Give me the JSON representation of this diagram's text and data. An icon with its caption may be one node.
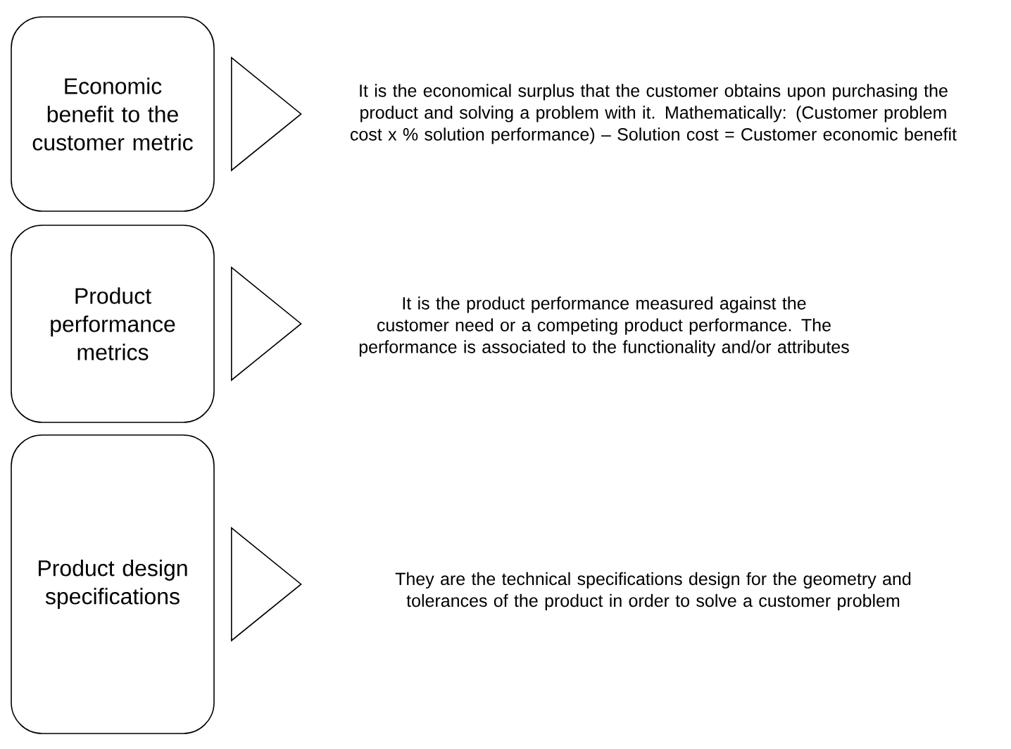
{
  "diagram": {
    "nodes": [
      {
        "text": [
          "Economic benefit to the customer metric"
        ]
      },
      {
        "text": [
          "It is the economical surplus that the customer obtains upon purchasing the product and solving a problem with it. Mathematically: (Customer problem cost x % solution performance) – Solution cost = Customer economic benefit"
        ]
      },
      {
        "text": [
          "Product performance metrics"
        ]
      },
      {
        "text": [
          "It is the product performance measured against the customer need or a competing product performance. The performance is associated to the functionality and/or attributes"
        ]
      },
      {
        "text": [
          "Product design specifications"
        ]
      },
      {
        "text": [
          "They are the technical specifications design for the geometry and tolerances of the product in order to solve a customer problem"
        ]
      }
    ],
    "edges": [
      {
        "from": 0,
        "to": 1,
        "arrow": "to"
      },
      {
        "from": 2,
        "to": 3,
        "arrow": "to"
      },
      {
        "from": 4,
        "to": 5,
        "arrow": "to"
      }
    ]
  }
}
